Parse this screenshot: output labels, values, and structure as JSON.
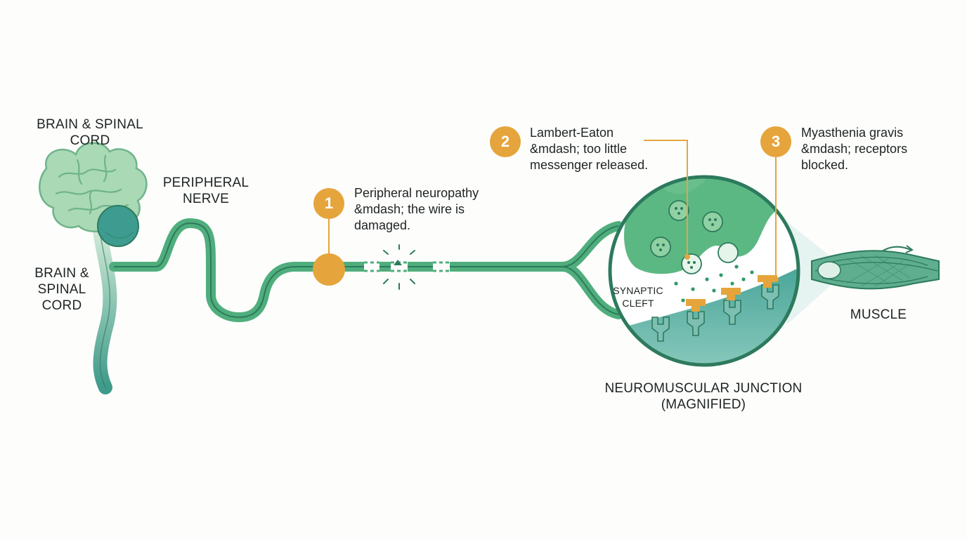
{
  "labels": {
    "brain_top": "BRAIN & SPINAL\nCORD",
    "brain_side": "BRAIN &\nSPINAL\nCORD",
    "peripheral_nerve": "PERIPHERAL\nNERVE",
    "synaptic_cleft": "SYNAPTIC\nCLEFT",
    "nmj": "NEUROMUSCULAR JUNCTION\n(MAGNIFIED)",
    "muscle": "MUSCLE"
  },
  "callouts": [
    {
      "number": "1",
      "text": "Peripheral neuropathy\n&mdash; the wire is\ndamaged."
    },
    {
      "number": "2",
      "text": "Lambert-Eaton\n&mdash; too little\nmessenger released."
    },
    {
      "number": "3",
      "text": "Myasthenia gravis\n&mdash; receptors\nblocked."
    }
  ],
  "colors": {
    "nerve": "#4fae7c",
    "nerve_dark": "#2d7a5d",
    "brain": "#a9d9b5",
    "terminal": "#5cb883",
    "muscle_side": "#5eae9c",
    "accent": "#e5a53c",
    "receptor": "#7dbfb2"
  }
}
